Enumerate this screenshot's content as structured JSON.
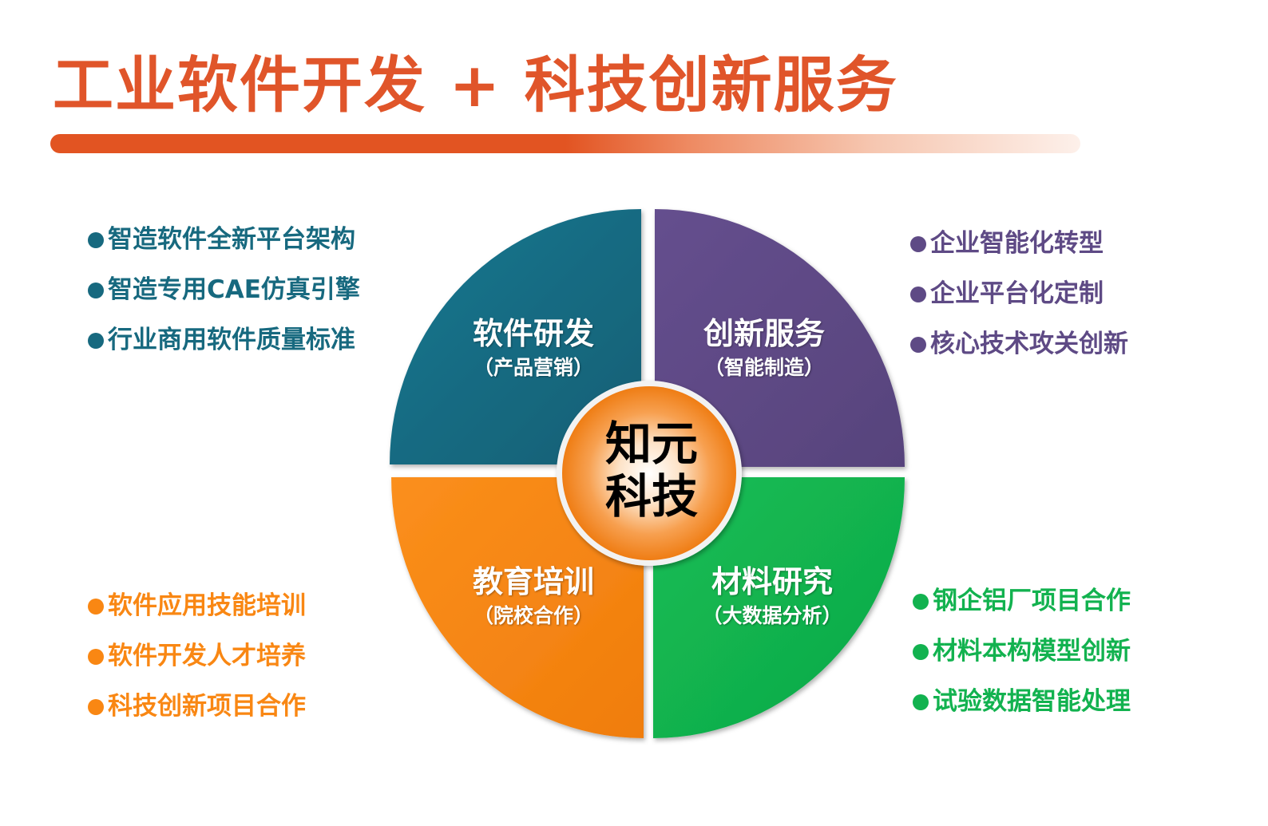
{
  "header": {
    "title": "工业软件开发 + 科技创新服务"
  },
  "colors": {
    "title": "#e0552a",
    "software": "#17697f",
    "innovation": "#5e4a85",
    "education": "#f98713",
    "materials": "#12b24f",
    "center": "#f07f1a"
  },
  "center": {
    "line1": "知元",
    "line2": "科技"
  },
  "quadrants": [
    {
      "title": "软件研发",
      "subtitle": "（产品营销）"
    },
    {
      "title": "创新服务",
      "subtitle": "（智能制造）"
    },
    {
      "title": "教育培训",
      "subtitle": "（院校合作）"
    },
    {
      "title": "材料研究",
      "subtitle": "（大数据分析）"
    }
  ],
  "lists": {
    "top_left": [
      "智造软件全新平台架构",
      "智造专用CAE仿真引擎",
      "行业商用软件质量标准"
    ],
    "top_right": [
      "企业智能化转型",
      "企业平台化定制",
      "核心技术攻关创新"
    ],
    "bottom_left": [
      "软件应用技能培训",
      "软件开发人才培养",
      "科技创新项目合作"
    ],
    "bottom_right": [
      "钢企铝厂项目合作",
      "材料本构模型创新",
      "试验数据智能处理"
    ]
  }
}
